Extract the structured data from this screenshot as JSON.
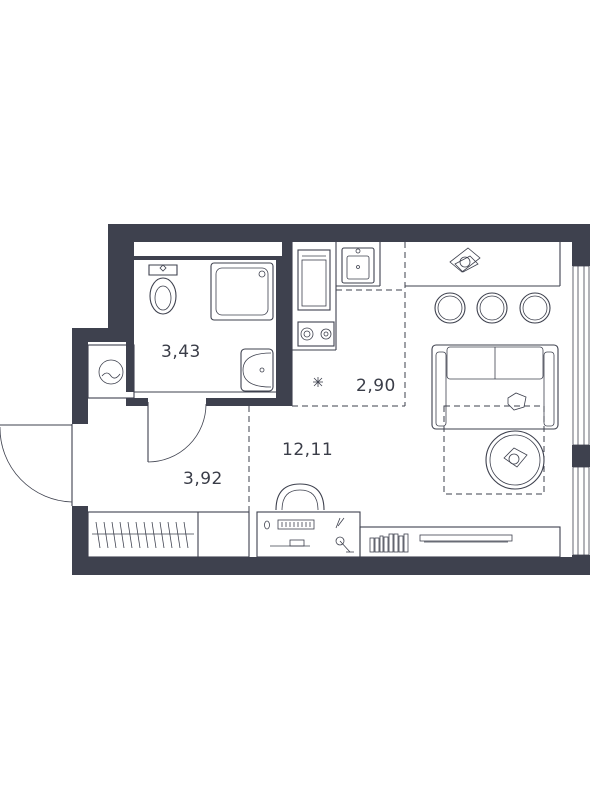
{
  "rooms": {
    "bathroom": {
      "area": "3,43"
    },
    "kitchen": {
      "area": "2,90"
    },
    "living": {
      "area": "12,11"
    },
    "hallway": {
      "area": "3,92"
    }
  }
}
